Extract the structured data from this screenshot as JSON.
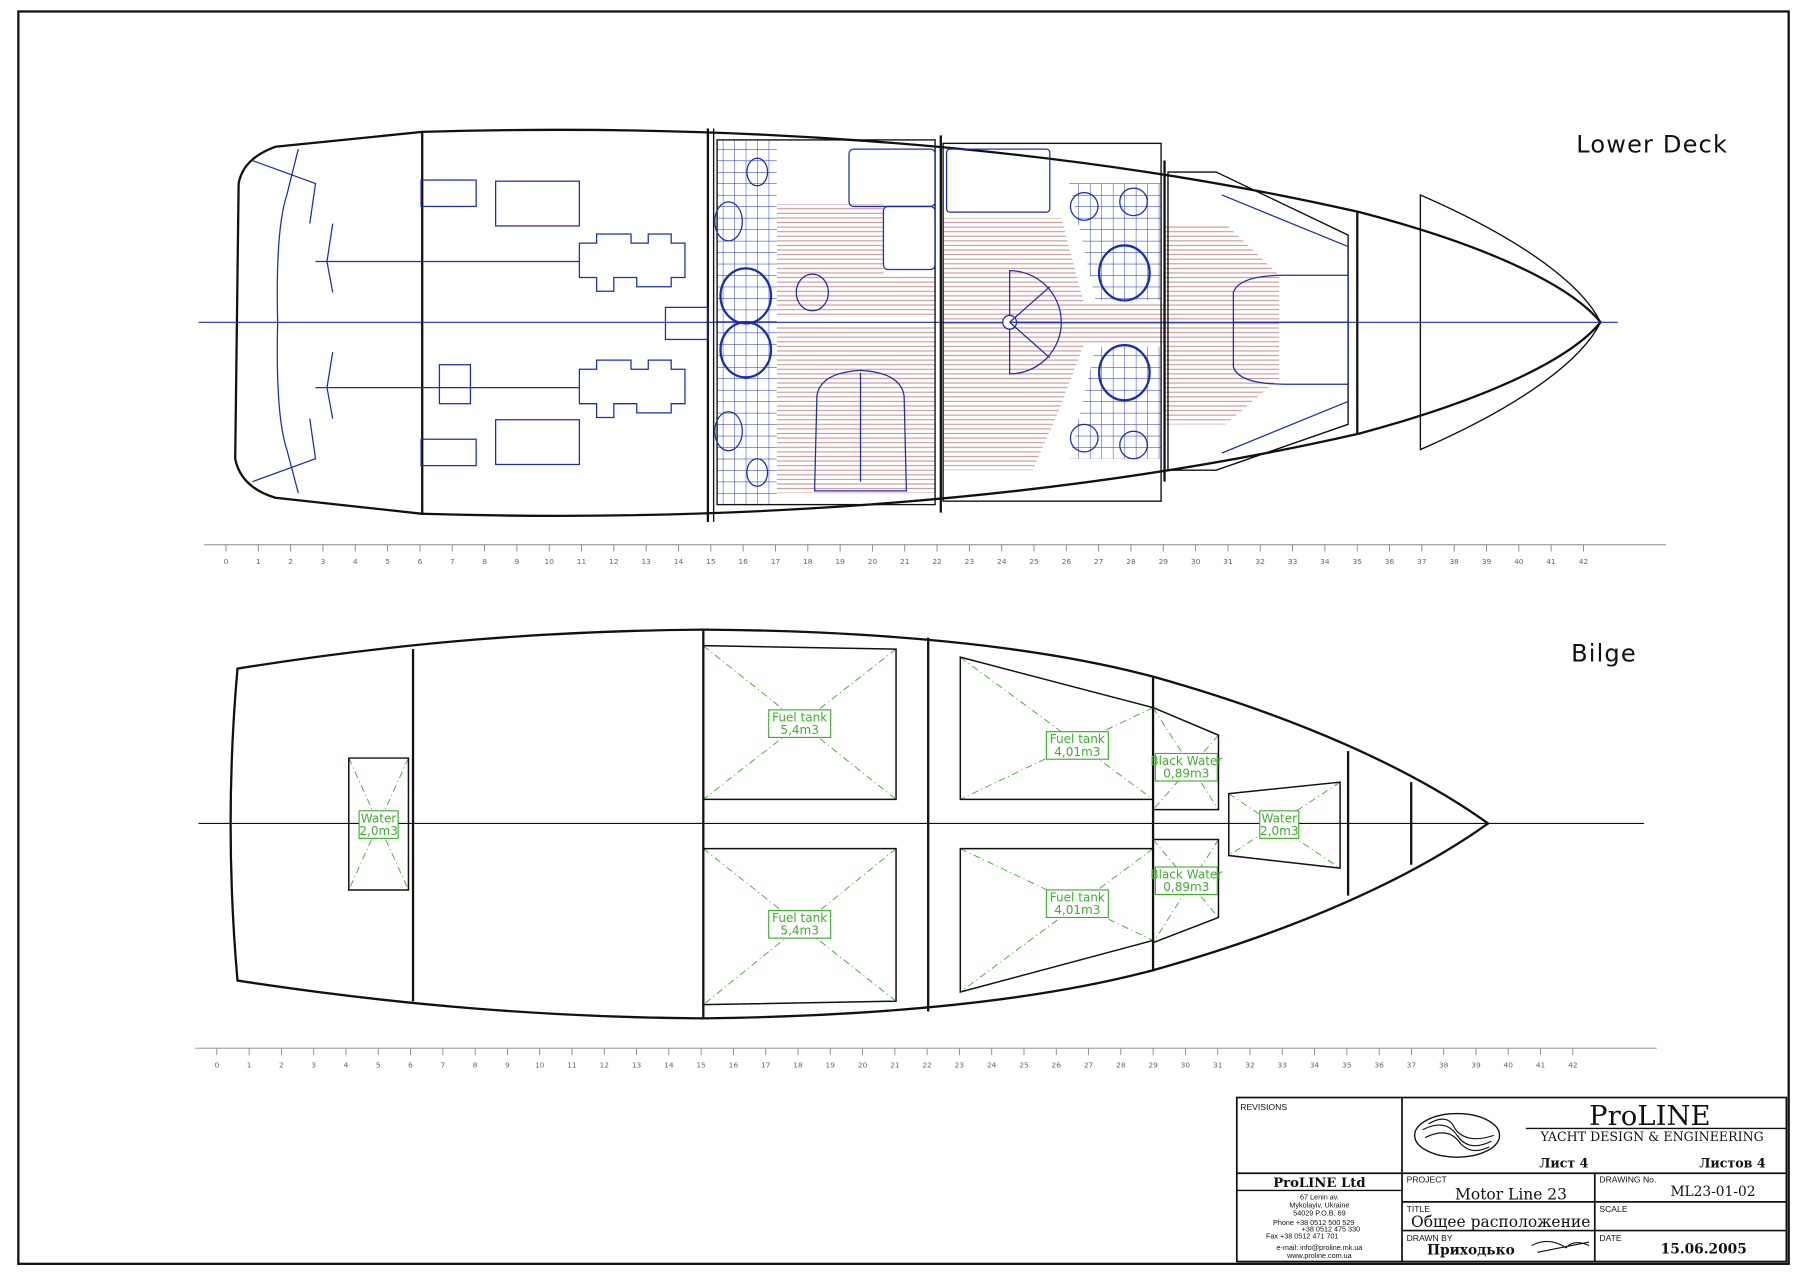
{
  "views": {
    "lower_deck": {
      "title": "Lower Deck"
    },
    "bilge": {
      "title": "Bilge"
    }
  },
  "ruler": {
    "labels": [
      "0",
      "1",
      "2",
      "3",
      "4",
      "5",
      "6",
      "7",
      "8",
      "9",
      "10",
      "11",
      "12",
      "13",
      "14",
      "15",
      "16",
      "17",
      "18",
      "19",
      "20",
      "21",
      "22",
      "23",
      "24",
      "25",
      "26",
      "27",
      "28",
      "29",
      "30",
      "31",
      "32",
      "33",
      "34",
      "35",
      "36",
      "37",
      "38",
      "39",
      "40",
      "41",
      "42"
    ]
  },
  "tanks": [
    {
      "name": "Water",
      "volume": "2,0m3"
    },
    {
      "name": "Fuel tank",
      "volume": "5,4m3"
    },
    {
      "name": "Fuel tank",
      "volume": "5,4m3"
    },
    {
      "name": "Fuel tank",
      "volume": "4,01m3"
    },
    {
      "name": "Fuel tank",
      "volume": "4,01m3"
    },
    {
      "name": "Black Water",
      "volume": "0,89m3"
    },
    {
      "name": "Black Water",
      "volume": "0,89m3"
    },
    {
      "name": "Water",
      "volume": "2,0m3"
    }
  ],
  "title_block": {
    "revisions_label": "REVISIONS",
    "company_logo_text": "ProLINE",
    "company_tagline": "YACHT DESIGN & ENGINEERING",
    "sheet": "Лист 4",
    "sheets_total": "Листов 4",
    "company_name": "ProLINE Ltd",
    "address": [
      "67 Lenin av.",
      "Mykolayiv, Ukraine",
      "54029 P.O.B. 69",
      "Phone +38 0512 500 529",
      "+38 0512 475 330",
      "Fax  +38 0512 471 701",
      "e-mail: info@proline.mk.ua",
      "www.proline.com.ua"
    ],
    "project_label": "PROJECT",
    "project": "Motor Line 23",
    "drawing_no_label": "DRAWING No.",
    "drawing_no": "ML23-01-02",
    "title_label": "TITLE",
    "title": "Общее расположение",
    "scale_label": "SCALE",
    "drawn_by_label": "DRAWN BY",
    "drawn_by": "Приходько",
    "date_label": "DATE",
    "date": "15.06.2005"
  },
  "colors": {
    "interior": "#1a2fb0",
    "tanks": "#3fae2e",
    "floor": "#c99a9a"
  }
}
